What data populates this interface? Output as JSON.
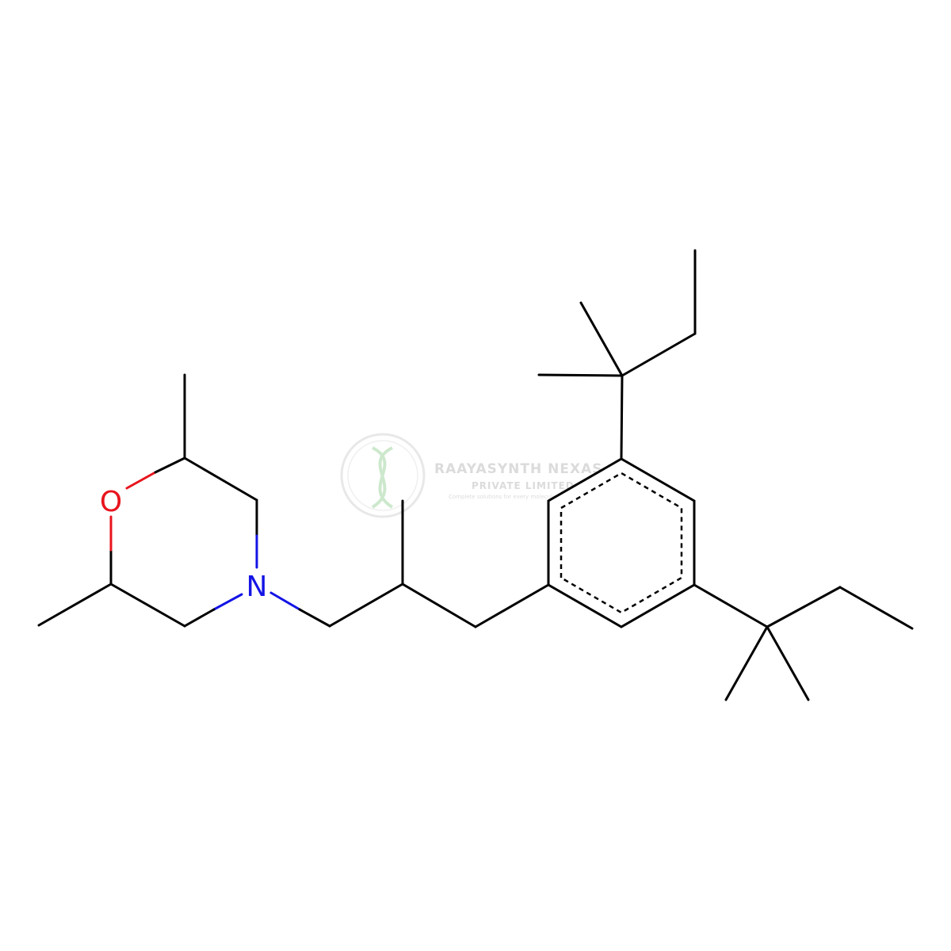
{
  "atoms": {
    "oxygen": {
      "symbol": "O",
      "color": "#e8141d"
    },
    "nitrogen": {
      "symbol": "N",
      "color": "#1414e6"
    }
  },
  "watermark": {
    "company": "RAAYASYNTH NEXAS",
    "subtitle": "PRIVATE LIMITED",
    "tagline": "Complete solutions for every molecule",
    "color": "#d8d8d8",
    "logo_accent": "#b8e0b8"
  }
}
